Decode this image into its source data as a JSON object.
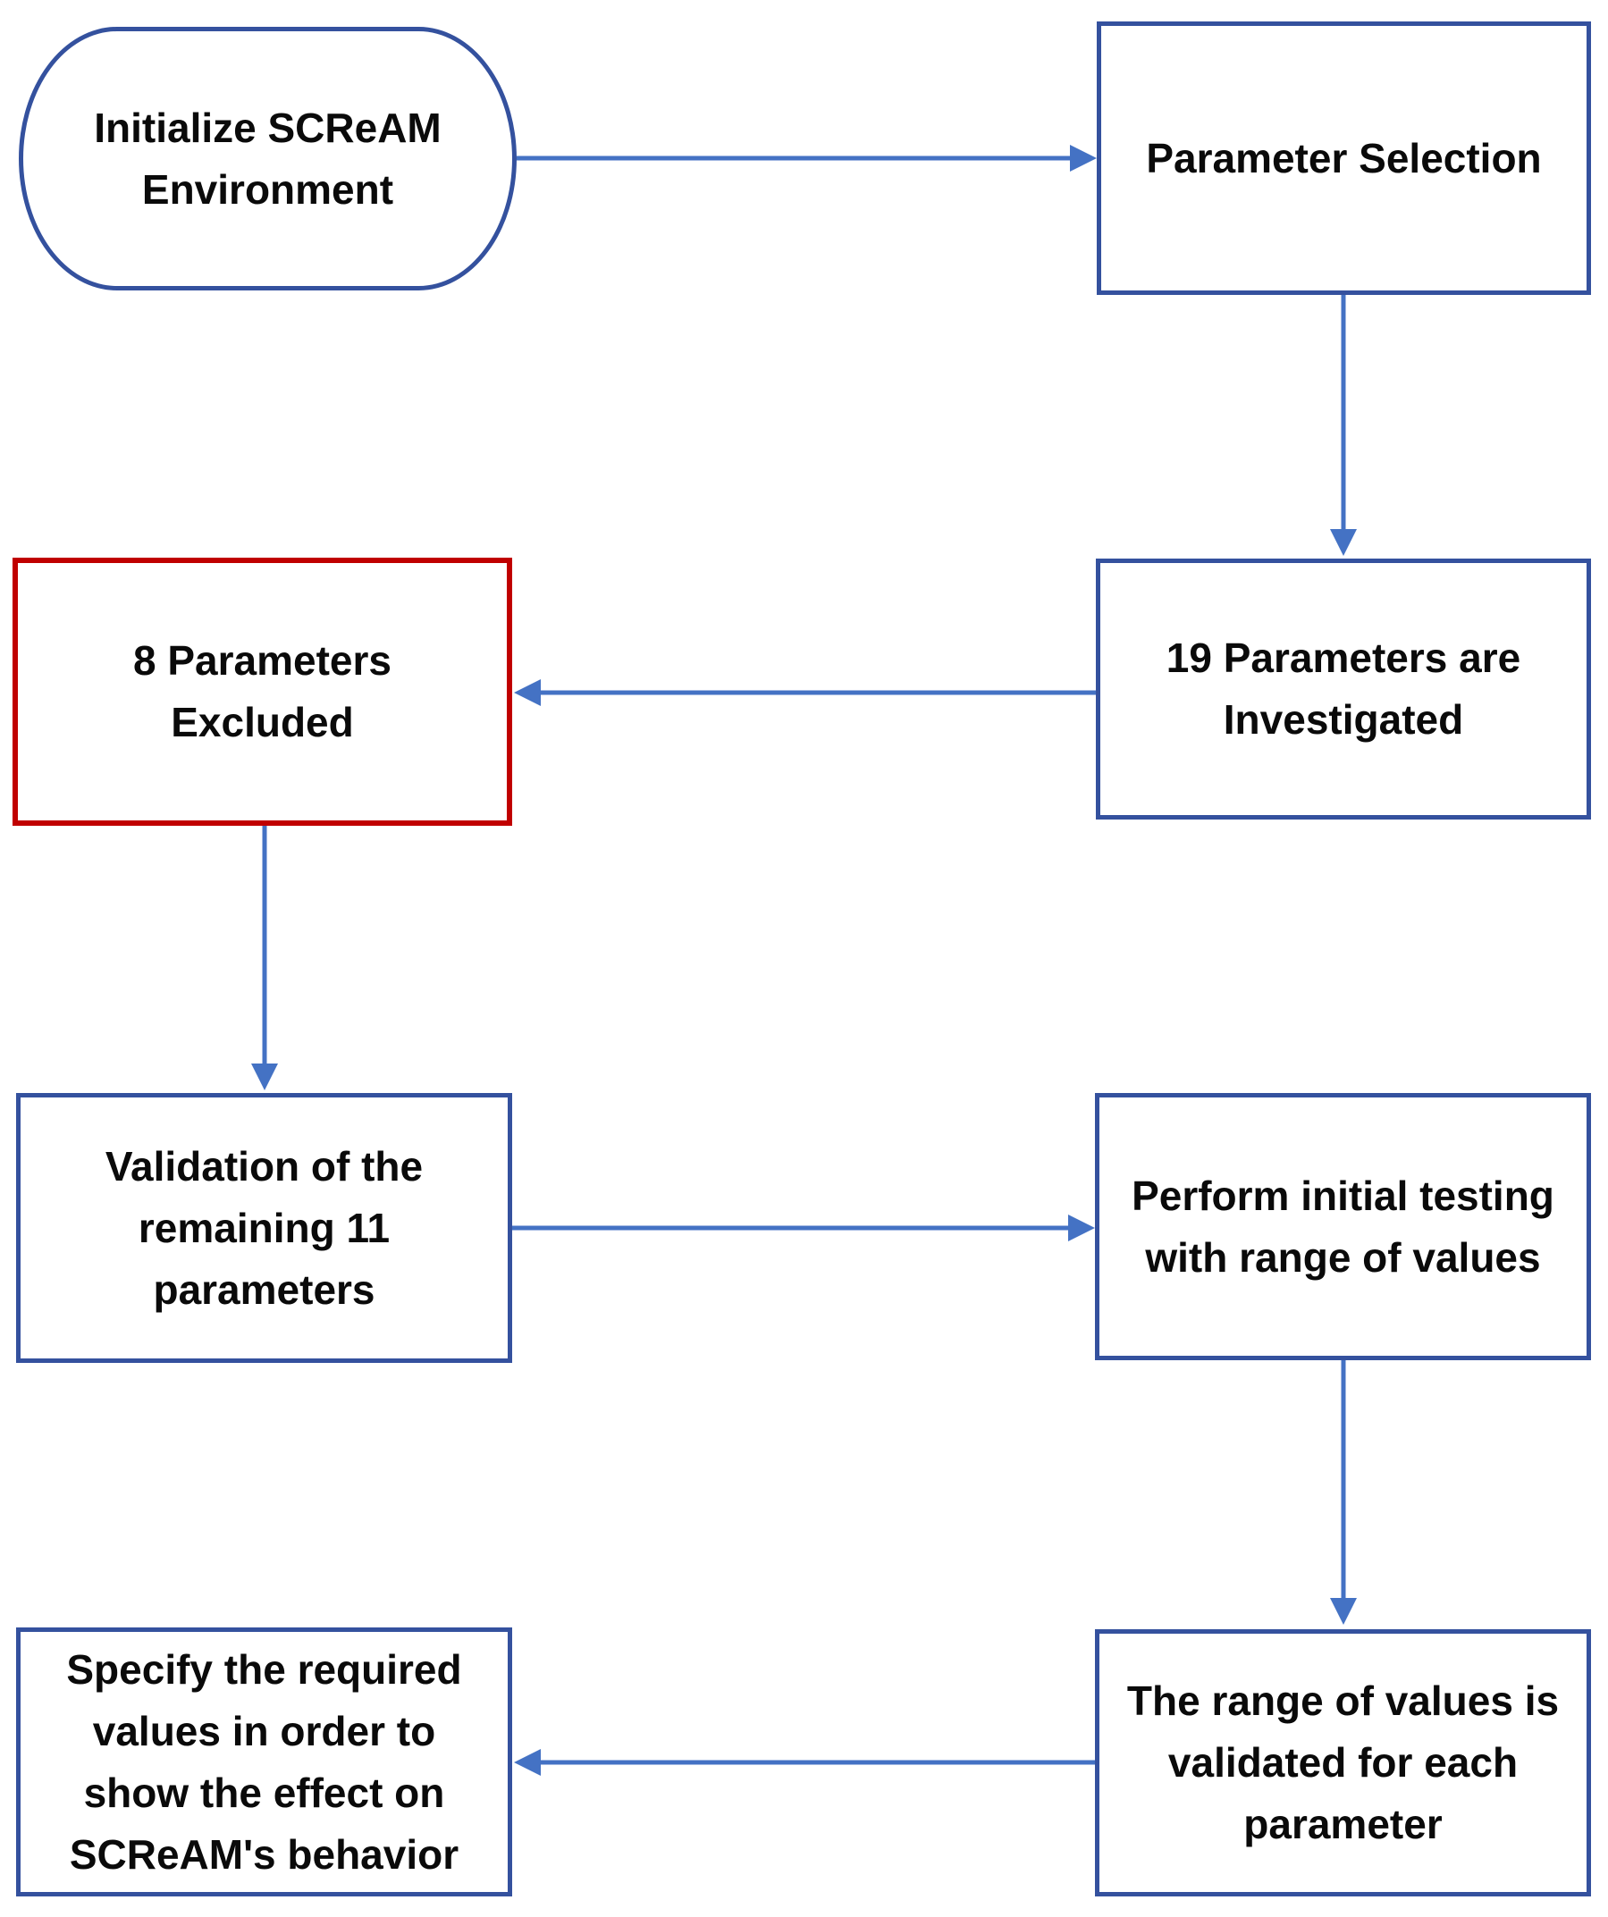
{
  "diagram": {
    "colors": {
      "box_border": "#34519E",
      "excluded_border": "#C00000",
      "arrow": "#4472C4",
      "text": "#0a0a0a",
      "background": "#ffffff"
    },
    "nodes": {
      "start": {
        "shape": "stadium",
        "label": "Initialize SCReAM\nEnvironment"
      },
      "parameter_selection": {
        "shape": "rect",
        "label": "Parameter Selection"
      },
      "parameters_investigated": {
        "shape": "rect",
        "label": "19 Parameters are\nInvestigated"
      },
      "parameters_excluded": {
        "shape": "rect-red-border",
        "label": "8 Parameters\nExcluded"
      },
      "validation_remaining": {
        "shape": "rect",
        "label": "Validation of the\nremaining 11\nparameters"
      },
      "initial_testing": {
        "shape": "rect",
        "label": "Perform initial testing\nwith range of values"
      },
      "range_validated": {
        "shape": "rect",
        "label": "The range of values is\nvalidated for each\nparameter"
      },
      "specify_values": {
        "shape": "rect",
        "label": "Specify the required\nvalues in order to\nshow the effect on\nSCReAM's behavior"
      }
    },
    "edges": [
      {
        "from": "start",
        "to": "parameter_selection"
      },
      {
        "from": "parameter_selection",
        "to": "parameters_investigated"
      },
      {
        "from": "parameters_investigated",
        "to": "parameters_excluded"
      },
      {
        "from": "parameters_excluded",
        "to": "validation_remaining"
      },
      {
        "from": "validation_remaining",
        "to": "initial_testing"
      },
      {
        "from": "initial_testing",
        "to": "range_validated"
      },
      {
        "from": "range_validated",
        "to": "specify_values"
      }
    ]
  }
}
